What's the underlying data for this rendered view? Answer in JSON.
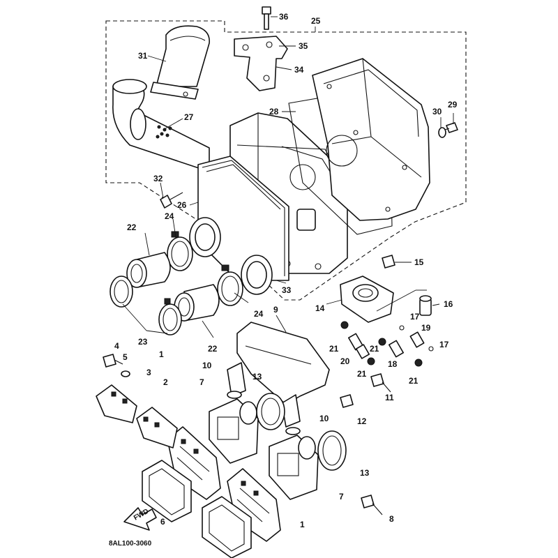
{
  "diagram": {
    "drawing_code": "8AL100-3060",
    "direction_marker": "FWD",
    "callouts": {
      "c1a": "1",
      "c1b": "1",
      "c2": "2",
      "c3": "3",
      "c4": "4",
      "c5": "5",
      "c6": "6",
      "c7a": "7",
      "c7b": "7",
      "c8": "8",
      "c9": "9",
      "c10a": "10",
      "c10b": "10",
      "c11": "11",
      "c12": "12",
      "c13a": "13",
      "c13b": "13",
      "c14": "14",
      "c15": "15",
      "c16": "16",
      "c17a": "17",
      "c17b": "17",
      "c18": "18",
      "c19": "19",
      "c20": "20",
      "c21a": "21",
      "c21b": "21",
      "c21c": "21",
      "c21d": "21",
      "c22a": "22",
      "c22b": "22",
      "c23": "23",
      "c24a": "24",
      "c24b": "24",
      "c25": "25",
      "c26": "26",
      "c27": "27",
      "c28": "28",
      "c29": "29",
      "c30": "30",
      "c31": "31",
      "c32": "32",
      "c33": "33",
      "c34": "34",
      "c35": "35",
      "c36": "36"
    }
  }
}
